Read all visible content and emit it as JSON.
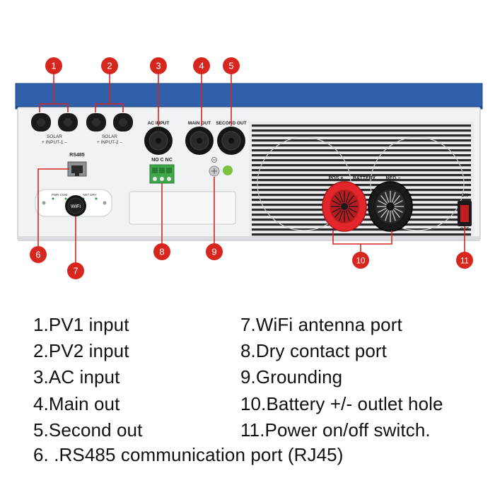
{
  "device": {
    "labels": {
      "solar1": [
        "SOLAR",
        "+  INPUT-1  –"
      ],
      "solar2": [
        "SOLAR",
        "+  INPUT-2  –"
      ],
      "ac_input": "AC INPUT",
      "main_out": "MAIN OUT",
      "second_out": "SECOND OUT",
      "rs485": "RS485",
      "dry_contact": "NO C NC",
      "pos": "POS +",
      "battery": "BATTERY",
      "neg": "NEG –",
      "switch_on": "ON",
      "switch_off": "OFF",
      "pwr_com": "PWR COM",
      "net_dry": "NET DRY",
      "wifi": "WiFi"
    },
    "colors": {
      "top_blue": "#2E5FA8",
      "panel": "#F1F2F4",
      "callout_red": "#D7261E",
      "terminal_red": "#E3262B",
      "terminal_black": "#1A1A1A",
      "dry_green": "#3FA64A"
    }
  },
  "callouts": [
    {
      "id": "1"
    },
    {
      "id": "2"
    },
    {
      "id": "3"
    },
    {
      "id": "4"
    },
    {
      "id": "5"
    },
    {
      "id": "6"
    },
    {
      "id": "7"
    },
    {
      "id": "8"
    },
    {
      "id": "9"
    },
    {
      "id": "10"
    },
    {
      "id": "11"
    }
  ],
  "legend": {
    "left": [
      "1.PV1 input",
      "2.PV2 input",
      "3.AC input",
      "4.Main out",
      "5.Second out",
      "6. .RS485 communication port (RJ45)"
    ],
    "right": [
      "7.WiFi antenna port",
      "8.Dry contact port",
      "9.Grounding",
      "10.Battery +/- outlet hole",
      "11.Power on/off switch."
    ]
  }
}
